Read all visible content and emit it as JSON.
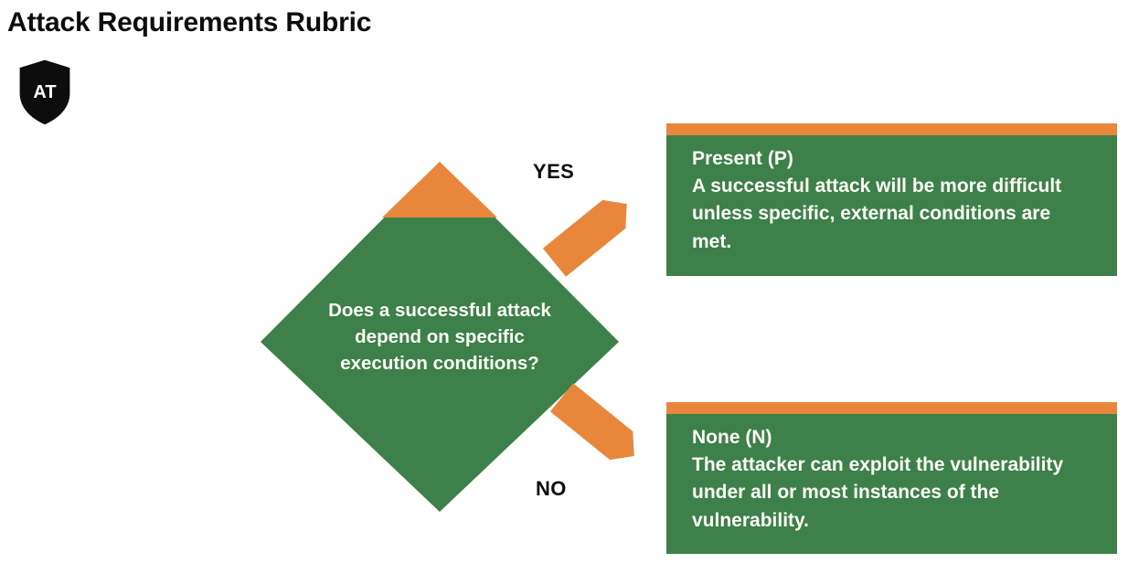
{
  "page": {
    "title": "Attack Requirements Rubric",
    "background_color": "#ffffff"
  },
  "colors": {
    "green": "#3d8049",
    "orange": "#e8873b",
    "text_light": "#fdfdf5",
    "text_dark": "#0d0d0d",
    "shield_fill": "#0d0d0d"
  },
  "badge": {
    "icon": "shield-icon",
    "text": "AT"
  },
  "decision": {
    "question": "Does a successful attack depend on specific execution conditions?",
    "shape": "diamond",
    "fill": "#3d8049",
    "accent_fill": "#e8873b"
  },
  "branches": [
    {
      "label": "YES",
      "arrow": "arrow-up-right",
      "arrow_color": "#e8873b"
    },
    {
      "label": "NO",
      "arrow": "arrow-down-right",
      "arrow_color": "#e8873b"
    }
  ],
  "outcomes": [
    {
      "heading": "Present (P)",
      "description": "A successful attack will be more difficult unless specific, external conditions are met.",
      "accent_color": "#e8873b",
      "fill": "#3d8049"
    },
    {
      "heading": "None (N)",
      "description": "The attacker can exploit the vulnerability under all or most instances of the vulnerability.",
      "accent_color": "#e8873b",
      "fill": "#3d8049"
    }
  ]
}
